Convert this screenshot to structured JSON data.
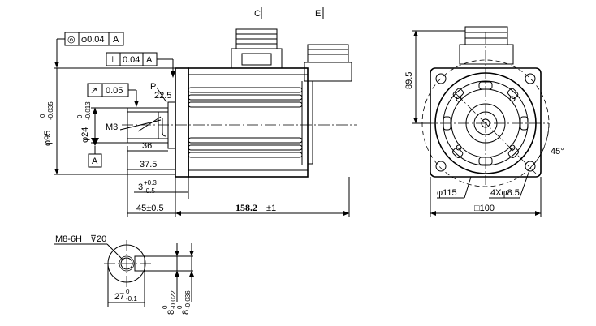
{
  "views": {
    "side": {
      "section_markers": {
        "left": "C",
        "right": "E"
      },
      "tolerance_frames": {
        "concentricity": {
          "symbol": "◎",
          "value": "φ0.04",
          "datum": "A"
        },
        "perpendicularity": {
          "symbol": "⊥",
          "value": "0.04",
          "datum": "A"
        },
        "runout": {
          "symbol": "↗",
          "value": "0.05"
        }
      },
      "datum_label": "A",
      "dimensions": {
        "flange_pilot_dia": "φ95",
        "flange_pilot_tol_upper": "0",
        "flange_pilot_tol_lower": "-0.035",
        "shaft_dia": "φ24",
        "shaft_tol_upper": "0",
        "shaft_tol_lower": "-0.013",
        "thread": "M3",
        "p_label": "P",
        "p_value": "22.5",
        "key_length": "36",
        "shaft_step": "37.5",
        "flange_thickness": "3",
        "flange_thickness_tol_upper": "+0.3",
        "flange_thickness_tol_lower": "-0.5",
        "shaft_length": "45±0.5",
        "body_length": "158.2",
        "body_length_tol": "±1"
      }
    },
    "front": {
      "height": "89.5",
      "angle": "45°",
      "bolt_circle": "φ115",
      "holes": "4Xφ8.5",
      "square": "□100"
    },
    "shaft_end": {
      "thread_spec": "M8-6H",
      "thread_depth_symbol": "⊽",
      "thread_depth": "20",
      "key_height": "27",
      "key_height_tol_upper": "0",
      "key_height_tol_lower": "-0.1",
      "key_width_a": "8",
      "key_width_a_tol_upper": "0",
      "key_width_a_tol_lower": "-0.022",
      "key_width_b": "8",
      "key_width_b_tol_upper": "0",
      "key_width_b_tol_lower": "-0.036"
    }
  }
}
